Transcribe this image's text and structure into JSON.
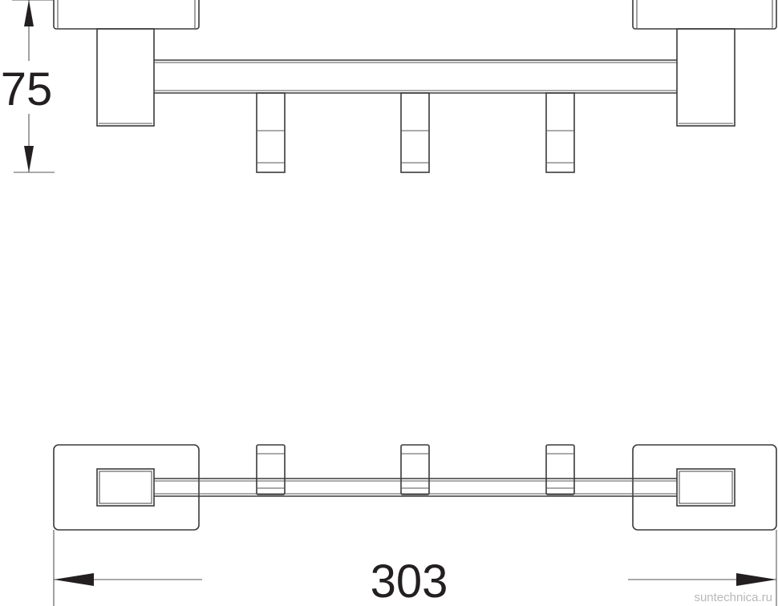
{
  "drawing": {
    "dimensions": {
      "height_label": "75",
      "width_label": "303"
    },
    "hook_count": 3,
    "watermark": "suntechnica.ru",
    "line_color": "#3a3a3a"
  }
}
